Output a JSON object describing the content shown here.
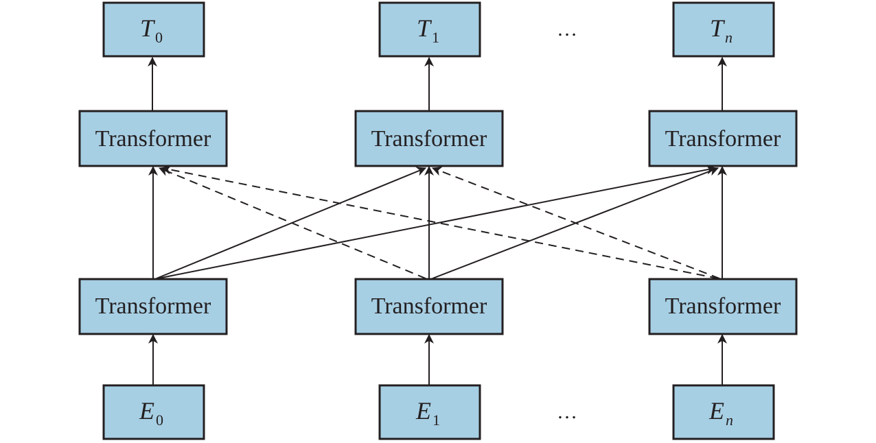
{
  "inputs": [
    {
      "symbol": "E",
      "subscript": "0"
    },
    {
      "symbol": "E",
      "subscript": "1"
    },
    {
      "symbol": "E",
      "subscript": "n"
    }
  ],
  "outputs": [
    {
      "symbol": "T",
      "subscript": "0"
    },
    {
      "symbol": "T",
      "subscript": "1"
    },
    {
      "symbol": "T",
      "subscript": "n"
    }
  ],
  "layer1": [
    {
      "label": "Transformer"
    },
    {
      "label": "Transformer"
    },
    {
      "label": "Transformer"
    }
  ],
  "layer2": [
    {
      "label": "Transformer"
    },
    {
      "label": "Transformer"
    },
    {
      "label": "Transformer"
    }
  ],
  "ellipsis": {
    "top": "…",
    "bottom": "…"
  },
  "edges": [
    {
      "from": "input-0",
      "to": "layer1-0",
      "style": "solid"
    },
    {
      "from": "input-1",
      "to": "layer1-1",
      "style": "solid"
    },
    {
      "from": "input-n",
      "to": "layer1-n",
      "style": "solid"
    },
    {
      "from": "layer1-0",
      "to": "layer2-0",
      "style": "solid"
    },
    {
      "from": "layer1-0",
      "to": "layer2-1",
      "style": "solid"
    },
    {
      "from": "layer1-0",
      "to": "layer2-n",
      "style": "solid"
    },
    {
      "from": "layer1-1",
      "to": "layer2-0",
      "style": "dashed"
    },
    {
      "from": "layer1-1",
      "to": "layer2-1",
      "style": "solid"
    },
    {
      "from": "layer1-1",
      "to": "layer2-n",
      "style": "solid"
    },
    {
      "from": "layer1-n",
      "to": "layer2-0",
      "style": "dashed"
    },
    {
      "from": "layer1-n",
      "to": "layer2-1",
      "style": "dashed"
    },
    {
      "from": "layer1-n",
      "to": "layer2-n",
      "style": "solid"
    },
    {
      "from": "layer2-0",
      "to": "output-0",
      "style": "solid"
    },
    {
      "from": "layer2-1",
      "to": "output-1",
      "style": "solid"
    },
    {
      "from": "layer2-n",
      "to": "output-n",
      "style": "solid"
    }
  ],
  "colors": {
    "box_fill": "#a7cfe4",
    "stroke": "#231f20"
  }
}
